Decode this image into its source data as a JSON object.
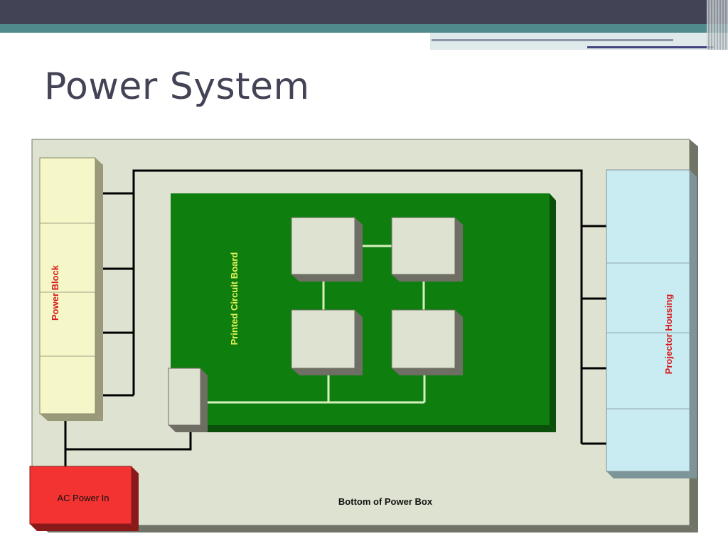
{
  "slide": {
    "title": "Power System"
  },
  "diagram": {
    "power_block_label": "Power Block",
    "pcb_label": "Printed Circuit Board",
    "projector_housing_label": "Projector Housing",
    "ac_power_label": "AC Power In",
    "bottom_label": "Bottom of Power Box"
  },
  "colors": {
    "box_fill": "#dee2d0",
    "power_block": "#f6f7c8",
    "pcb": "#0e7f0e",
    "pcb_label": "#e8f25a",
    "projector_housing": "#c9ebf2",
    "ac_power": "#f33232",
    "label_red": "#d81919",
    "wire": "#000000",
    "trace": "#d8f0c0"
  }
}
